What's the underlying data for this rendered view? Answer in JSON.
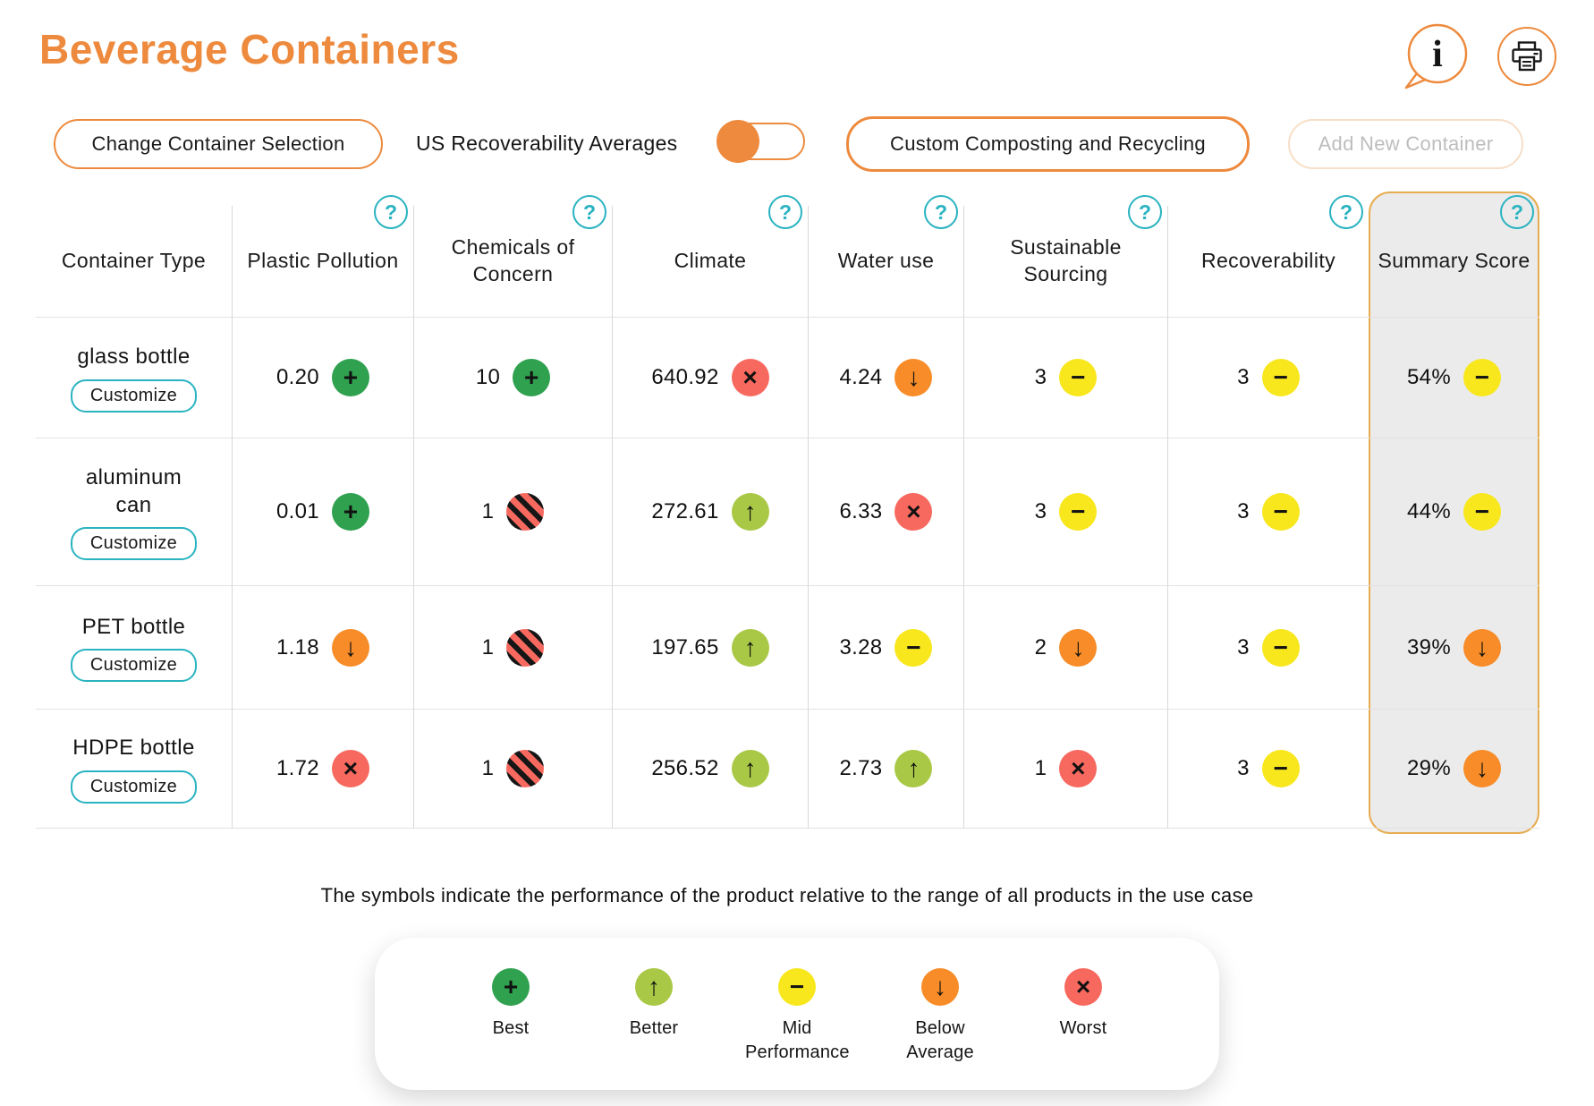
{
  "page": {
    "title": "Beverage Containers"
  },
  "header_icons": {
    "info_glyph": "i"
  },
  "toolbar": {
    "change_selection": "Change Container Selection",
    "toggle_label": "US Recoverability Averages",
    "toggle_knob_position": "left",
    "custom_composting": "Custom Composting and Recycling",
    "add_new": "Add New Container",
    "add_new_disabled": true
  },
  "table": {
    "help_glyph": "?",
    "customize_label": "Customize",
    "columns": [
      {
        "id": "container",
        "label": "Container Type",
        "help": false
      },
      {
        "id": "plastic",
        "label": "Plastic Pollution",
        "help": true
      },
      {
        "id": "chemicals",
        "label": "Chemicals of Concern",
        "help": true
      },
      {
        "id": "climate",
        "label": "Climate",
        "help": true
      },
      {
        "id": "water",
        "label": "Water use",
        "help": true
      },
      {
        "id": "sourcing",
        "label": "Sustainable Sourcing",
        "help": true
      },
      {
        "id": "recoverability",
        "label": "Recoverability",
        "help": true
      },
      {
        "id": "summary",
        "label": "Summary Score",
        "help": true,
        "highlighted": true
      }
    ],
    "rows": [
      {
        "name": "glass bottle",
        "cells": [
          {
            "value": "0.20",
            "status": "best"
          },
          {
            "value": "10",
            "status": "best"
          },
          {
            "value": "640.92",
            "status": "worst"
          },
          {
            "value": "4.24",
            "status": "below"
          },
          {
            "value": "3",
            "status": "mid"
          },
          {
            "value": "3",
            "status": "mid"
          },
          {
            "value": "54%",
            "status": "mid"
          }
        ]
      },
      {
        "name": "aluminum can",
        "cells": [
          {
            "value": "0.01",
            "status": "best"
          },
          {
            "value": "1",
            "status": "na"
          },
          {
            "value": "272.61",
            "status": "better"
          },
          {
            "value": "6.33",
            "status": "worst"
          },
          {
            "value": "3",
            "status": "mid"
          },
          {
            "value": "3",
            "status": "mid"
          },
          {
            "value": "44%",
            "status": "mid"
          }
        ]
      },
      {
        "name": "PET bottle",
        "cells": [
          {
            "value": "1.18",
            "status": "below"
          },
          {
            "value": "1",
            "status": "na"
          },
          {
            "value": "197.65",
            "status": "better"
          },
          {
            "value": "3.28",
            "status": "mid"
          },
          {
            "value": "2",
            "status": "below"
          },
          {
            "value": "3",
            "status": "mid"
          },
          {
            "value": "39%",
            "status": "below"
          }
        ]
      },
      {
        "name": "HDPE bottle",
        "cells": [
          {
            "value": "1.72",
            "status": "worst"
          },
          {
            "value": "1",
            "status": "na"
          },
          {
            "value": "256.52",
            "status": "better"
          },
          {
            "value": "2.73",
            "status": "better"
          },
          {
            "value": "1",
            "status": "worst"
          },
          {
            "value": "3",
            "status": "mid"
          },
          {
            "value": "29%",
            "status": "below"
          }
        ]
      }
    ]
  },
  "statuses": {
    "best": {
      "color": "#2FA14F",
      "symbol": "+"
    },
    "better": {
      "color": "#A9C845",
      "symbol": "↑"
    },
    "mid": {
      "color": "#F8E71C",
      "symbol": "−"
    },
    "below": {
      "color": "#F78C28",
      "symbol": "↓"
    },
    "worst": {
      "color": "#F7695F",
      "symbol": "×"
    },
    "na": {
      "hatched": true,
      "color": "#F7695F",
      "stripe": "#161616"
    }
  },
  "legend": {
    "caption": "The symbols indicate the performance of the product relative to the range of all products in the use case",
    "items": [
      {
        "status": "best",
        "label": "Best"
      },
      {
        "status": "better",
        "label": "Better"
      },
      {
        "status": "mid",
        "label": "Mid Performance"
      },
      {
        "status": "below",
        "label": "Below Average"
      },
      {
        "status": "worst",
        "label": "Worst"
      }
    ]
  },
  "colors": {
    "accent_orange": "#ED8A3D",
    "teal": "#2AB3C1",
    "summary_border": "#E7AC4F",
    "summary_bg": "#EBEBEB"
  }
}
